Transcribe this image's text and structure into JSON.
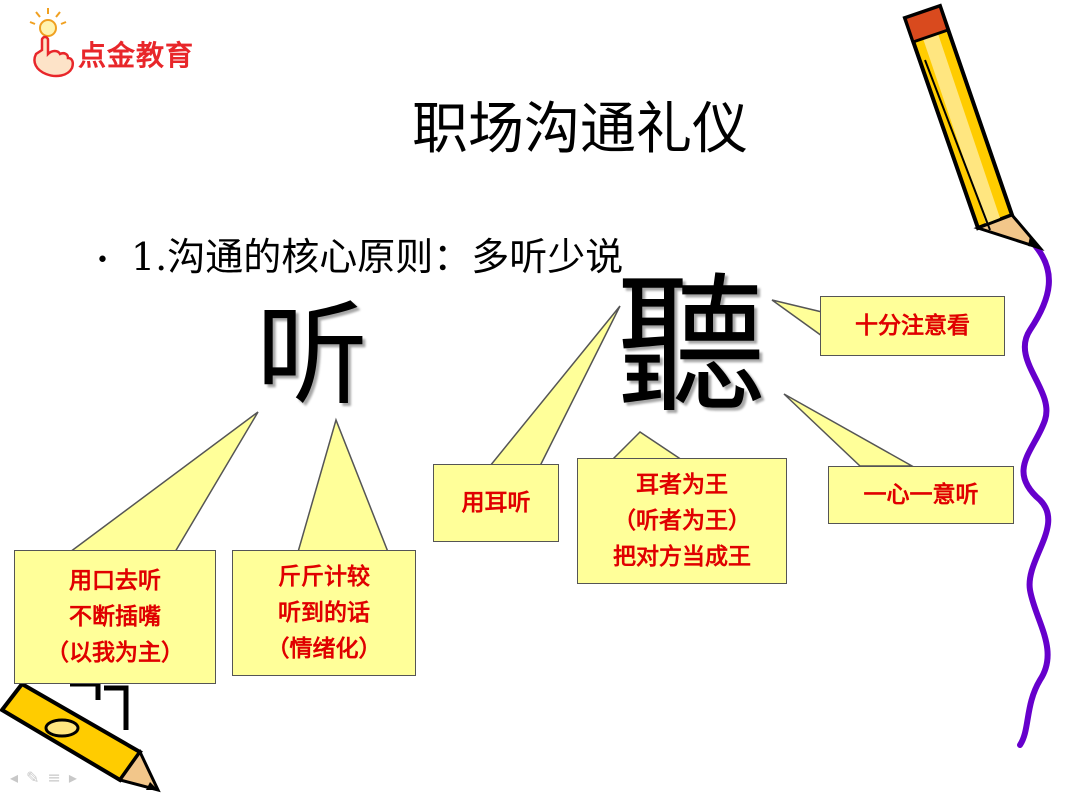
{
  "logo": {
    "text": "点金教育",
    "icon": "pointing-hand-lightbulb-icon",
    "color": "#e8262a"
  },
  "slide": {
    "title": "职场沟通礼仪",
    "bullet": "1.沟通的核心原则：多听少说",
    "char_simplified": "听",
    "char_traditional": "聽"
  },
  "callouts": {
    "mouth": [
      "用口去听",
      "不断插嘴",
      "（以我为主）"
    ],
    "argue": [
      "斤斤计较",
      "听到的话",
      "（情绪化）"
    ],
    "ear": [
      "用耳听"
    ],
    "king": [
      "耳者为王",
      "（听者为王）",
      "把对方当成王"
    ],
    "eyes": [
      "十分注意看"
    ],
    "heart": [
      "一心一意听"
    ]
  },
  "colors": {
    "callout_fill": "#ffff99",
    "callout_text": "#e00000",
    "pencil_body": "#ffcc00",
    "wave": "#6600cc"
  },
  "nav_icons": [
    "arrow-left-icon",
    "pen-icon",
    "menu-icon",
    "arrow-right-icon"
  ]
}
